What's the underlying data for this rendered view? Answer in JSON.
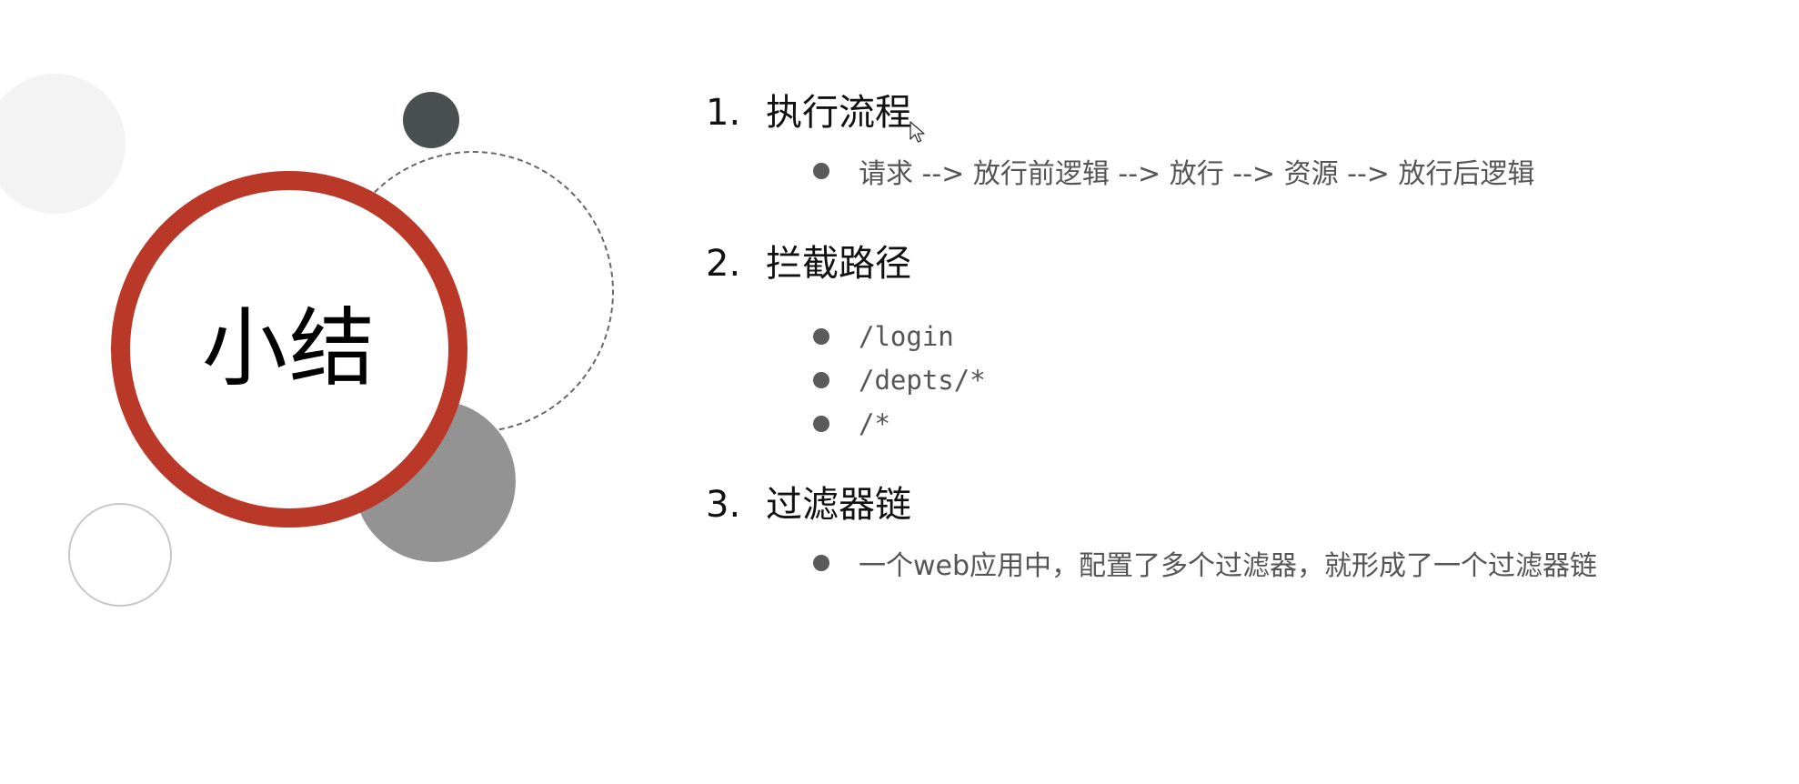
{
  "slide": {
    "title": "小结",
    "sections": [
      {
        "number": "1.",
        "heading": "执行流程",
        "bullets": [
          "请求 --> 放行前逻辑 --> 放行 --> 资源 --> 放行后逻辑"
        ]
      },
      {
        "number": "2.",
        "heading": "拦截路径",
        "bullets": [
          "/login",
          "/depts/*",
          "/*"
        ]
      },
      {
        "number": "3.",
        "heading": "过滤器链",
        "bullets": [
          "一个web应用中，配置了多个过滤器，就形成了一个过滤器链"
        ]
      }
    ]
  },
  "colors": {
    "accent_red": "#b93828",
    "dark_dot": "#4a4f50",
    "gray_circle": "#939393",
    "light_circle": "#f3f3f3",
    "bullet": "#5a5a5a",
    "body_text": "#555555"
  },
  "icons": {
    "cursor": "mouse-pointer-icon"
  }
}
